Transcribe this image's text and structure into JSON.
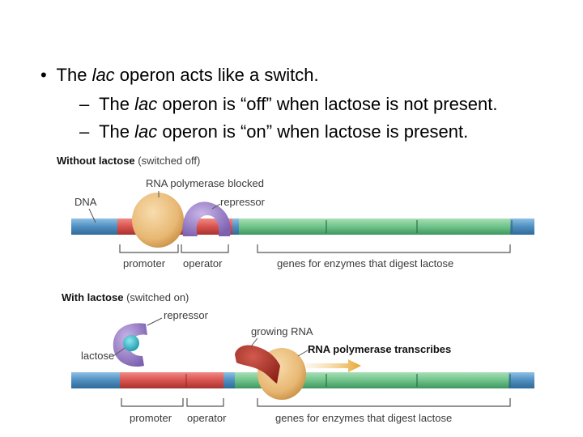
{
  "bullets": {
    "b1": {
      "prefix": "The ",
      "italic": "lac",
      "suffix": " operon acts like a switch."
    },
    "b2": {
      "prefix": "The ",
      "italic": "lac",
      "suffix": " operon is “off” when lactose is not present."
    },
    "b3": {
      "prefix": "The ",
      "italic": "lac",
      "suffix": " operon is “on” when lactose is present."
    }
  },
  "bullet_markers": {
    "main": "•",
    "sub": "–"
  },
  "figure": {
    "top": {
      "title_bold": "Without lactose",
      "title_rest": " (switched off)",
      "rna_pol_label": "RNA polymerase blocked",
      "dna_label": "DNA",
      "repressor_label": "repressor",
      "promoter_label": "promoter",
      "operator_label": "operator",
      "genes_label": "genes for enzymes that digest lactose"
    },
    "bottom": {
      "title_bold": "With lactose",
      "title_rest": " (switched on)",
      "repressor_label": "repressor",
      "lactose_label": "lactose",
      "growing_rna_label": "growing RNA",
      "rna_pol_label": "RNA polymerase transcribes",
      "promoter_label": "promoter",
      "operator_label": "operator",
      "genes_label": "genes for enzymes that digest lactose"
    },
    "colors": {
      "dna_blue": "#4f8fc0",
      "promoter_red": "#d9534f",
      "genes_green": "#6fc38a",
      "rna_polymerase": "#e8b873",
      "repressor": "#9a7fc8",
      "lactose": "#2ab5c8",
      "growing_rna": "#b2322a",
      "arrow": "#e8a52b"
    }
  }
}
